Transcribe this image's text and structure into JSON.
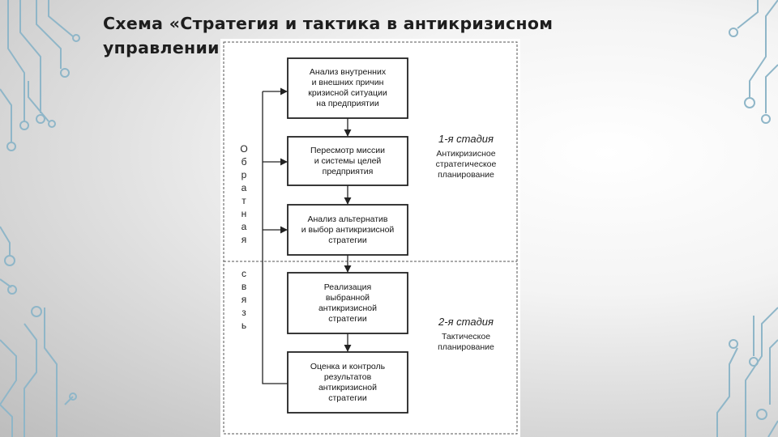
{
  "slide": {
    "title": "Схема «Стратегия и тактика в антикризисном управлении»"
  },
  "diagram": {
    "boxes": [
      {
        "text": "Анализ внутренних\nи внешних причин\nкризисной ситуации\nна предприятии"
      },
      {
        "text": "Пересмотр миссии\nи системы целей\nпредприятия"
      },
      {
        "text": "Анализ альтернатив\nи выбор антикризисной\nстратегии"
      },
      {
        "text": "Реализация\nвыбранной\nантикризисной\nстратегии"
      },
      {
        "text": "Оценка и контроль\nрезультатов\nантикризисной\nстратегии"
      }
    ],
    "stages": [
      {
        "title": "1-я стадия",
        "description": "Антикризисное\nстратегическое\nпланирование"
      },
      {
        "title": "2-я стадия",
        "description": "Тактическое\nпланирование"
      }
    ],
    "feedback": {
      "word1": [
        "О",
        "б",
        "р",
        "а",
        "т",
        "н",
        "а",
        "я"
      ],
      "word2": [
        "с",
        "в",
        "я",
        "з",
        "ь"
      ]
    }
  },
  "colors": {
    "circuit": "#8fb6c8",
    "box_border": "#222222",
    "title": "#1e1e1e"
  }
}
